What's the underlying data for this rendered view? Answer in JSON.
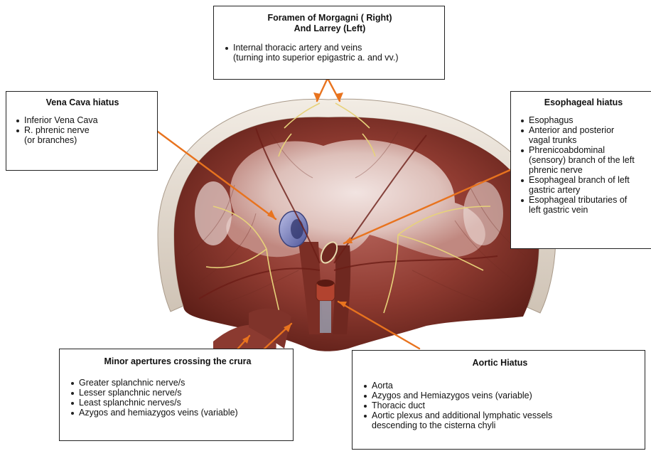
{
  "morgagni": {
    "title": "Foramen of Morgagni ( Right)\nAnd Larrey (Left)",
    "items": [
      "Internal thoracic artery and veins\n(turning into superior epigastric a. and vv.)"
    ]
  },
  "vena_cava": {
    "title": "Vena Cava hiatus",
    "items": [
      "Inferior Vena Cava",
      "R. phrenic nerve\n(or branches)"
    ]
  },
  "esophageal": {
    "title": "Esophageal hiatus",
    "items": [
      "Esophagus",
      "Anterior and posterior\nvagal trunks",
      "Phrenicoabdominal\n(sensory) branch of the left\nphrenic nerve",
      "Esophageal branch of left\ngastric artery",
      "Esophageal tributaries of\nleft gastric vein"
    ]
  },
  "minor": {
    "title": "Minor apertures crossing the crura",
    "items": [
      "Greater splanchnic nerve/s",
      "Lesser splanchnic nerve/s",
      "Least splanchnic nerves/s",
      "Azygos and hemiazygos veins (variable)"
    ]
  },
  "aortic": {
    "title": "Aortic Hiatus",
    "items": [
      "Aorta",
      "Azygos and Hemiazygos veins (variable)",
      "Thoracic duct",
      "Aortic plexus and additional lymphatic vessels\ndescending to the cisterna chyli"
    ]
  },
  "colors": {
    "arrow": "#e8731e",
    "muscle": "#8a3a2c",
    "tendon": "#ecdcd6",
    "nerve": "#e7d27a",
    "vein": "#7f86c2"
  }
}
